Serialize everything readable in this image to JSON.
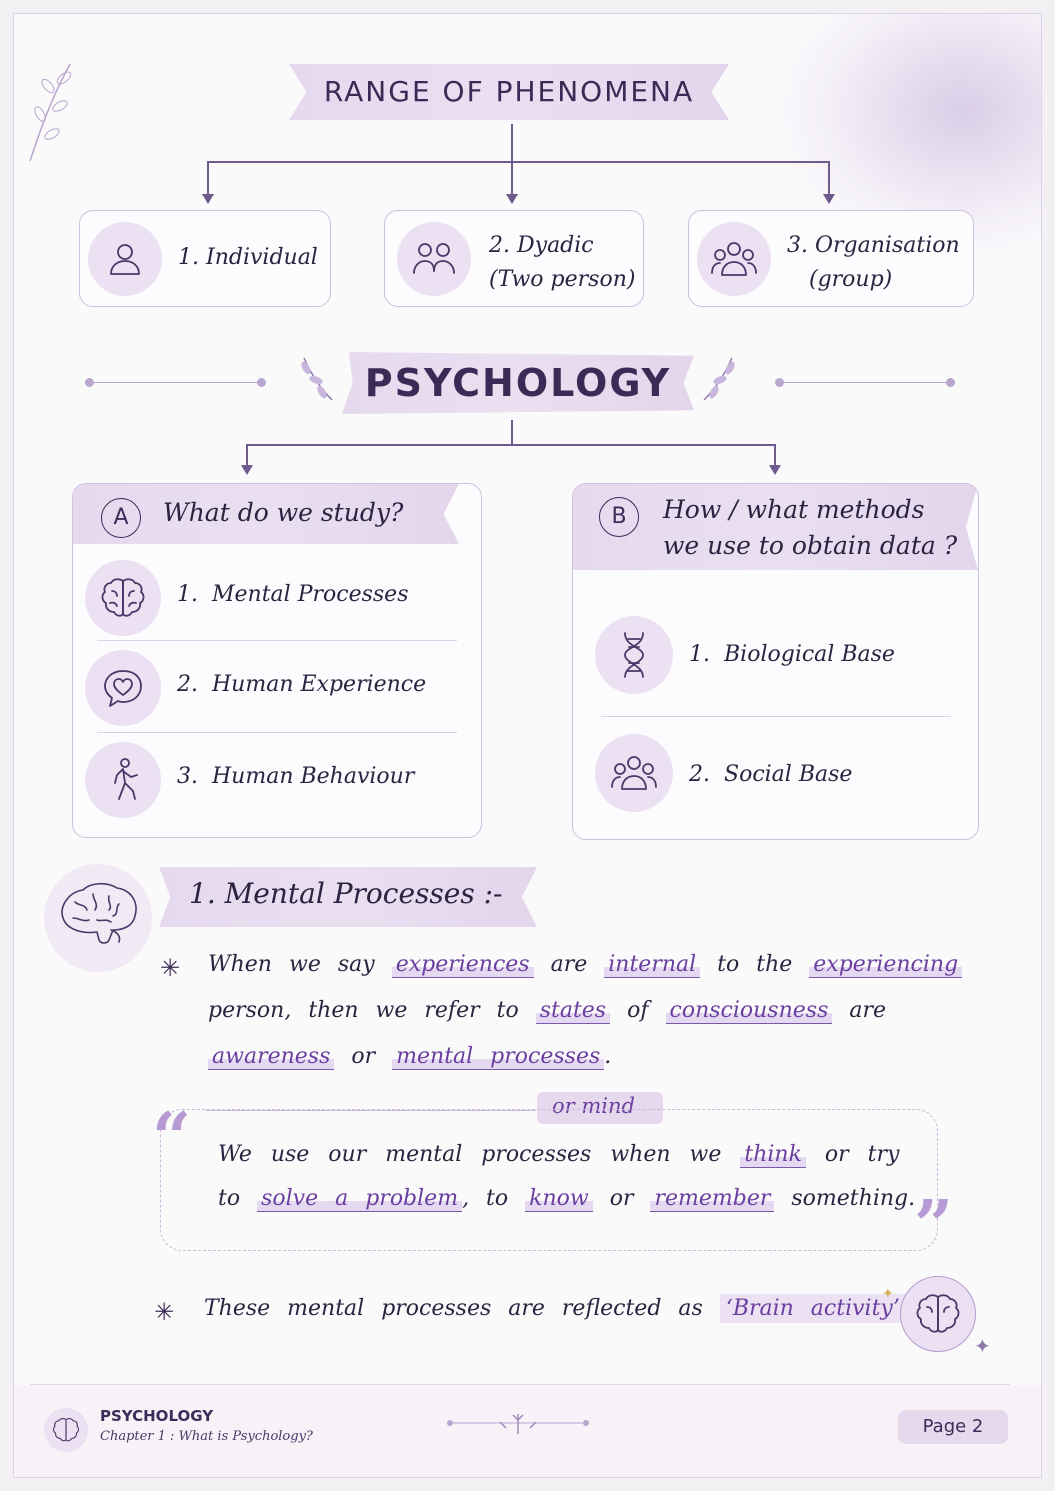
{
  "range": {
    "title": "RANGE OF PHENOMENA",
    "items": [
      {
        "num": "1.",
        "label": "Individual",
        "sub": "",
        "icon": "person-icon"
      },
      {
        "num": "2.",
        "label": "Dyadic",
        "sub": "(Two person)",
        "icon": "two-people-icon"
      },
      {
        "num": "3.",
        "label": "Organisation",
        "sub": "(group)",
        "icon": "group-icon"
      }
    ]
  },
  "main_title": "PSYCHOLOGY",
  "section_a": {
    "badge": "A",
    "heading": "What do we study?",
    "items": [
      {
        "num": "1.",
        "label": "Mental Processes",
        "icon": "brain-icon"
      },
      {
        "num": "2.",
        "label": "Human Experience",
        "icon": "heart-speech-icon"
      },
      {
        "num": "3.",
        "label": "Human Behaviour",
        "icon": "walking-person-icon"
      }
    ]
  },
  "section_b": {
    "badge": "B",
    "heading_line1": "How / what methods",
    "heading_line2": "we use to obtain data ?",
    "items": [
      {
        "num": "1.",
        "label": "Biological Base",
        "icon": "dna-icon"
      },
      {
        "num": "2.",
        "label": "Social Base",
        "icon": "group-icon"
      }
    ]
  },
  "mental": {
    "heading": "1. Mental Processes :-",
    "p1": {
      "w1": "When",
      "w2": "we",
      "w3": "say",
      "experiences": "experiences",
      "w4": "are",
      "internal": "internal",
      "w5": "to",
      "w6": "the",
      "experiencing": "experiencing",
      "l2a": "person,",
      "l2b": "then",
      "l2c": "we",
      "l2d": "refer",
      "l2e": "to",
      "states": "states",
      "l2f": "of",
      "consciousness": "consciousness",
      "l2g": "are",
      "awareness": "awareness",
      "l3a": "or",
      "mental_processes": "mental processes",
      "l3b": "."
    },
    "or_mind": "or mind",
    "quote": {
      "l1": "We use our mental processes when we",
      "think": "think",
      "l1b": "or try",
      "l2a": "to",
      "solve": "solve a problem",
      "l2b": ", to",
      "know": "know",
      "l2c": "or",
      "remember": "remember",
      "l2d": "something."
    },
    "p2": {
      "text": "These mental processes are reflected as",
      "brain_activity": "Brain activity",
      "end": "."
    }
  },
  "footer": {
    "subject": "PSYCHOLOGY",
    "chapter": "Chapter 1 : What is Psychology?",
    "page": "Page 2"
  },
  "colors": {
    "accent": "#6a3fa0",
    "ribbon": "#e6d9ee",
    "ink": "#2b2340"
  }
}
